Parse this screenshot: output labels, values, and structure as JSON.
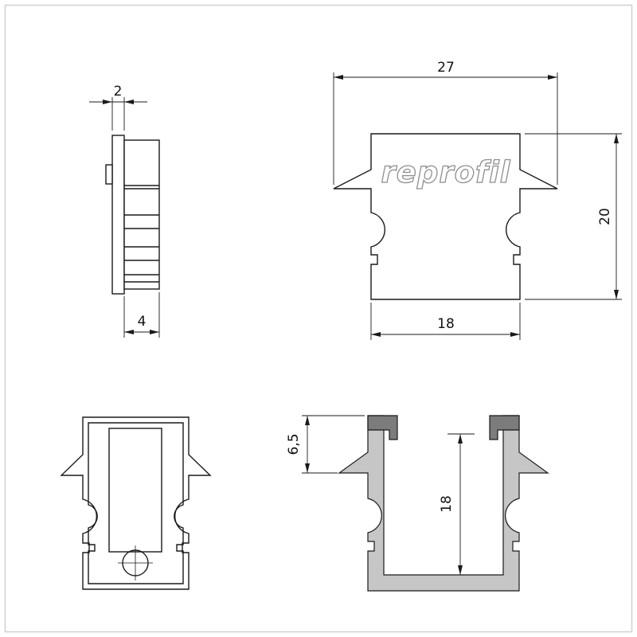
{
  "logo": {
    "text": "reprofil",
    "color": "#8f8f8f"
  },
  "colors": {
    "line": "#1a1a1a",
    "fill_light": "#c6c6c6",
    "fill_dark": "#7c7c7c",
    "border": "#d0d0d0"
  },
  "views": {
    "side": {
      "dim_thickness": "2",
      "dim_depth": "4"
    },
    "front": {
      "dim_outer_width": "27",
      "dim_height": "20",
      "dim_inner_width": "18"
    },
    "section": {
      "dim_lip_height": "6,5",
      "dim_inner_height": "18"
    }
  }
}
